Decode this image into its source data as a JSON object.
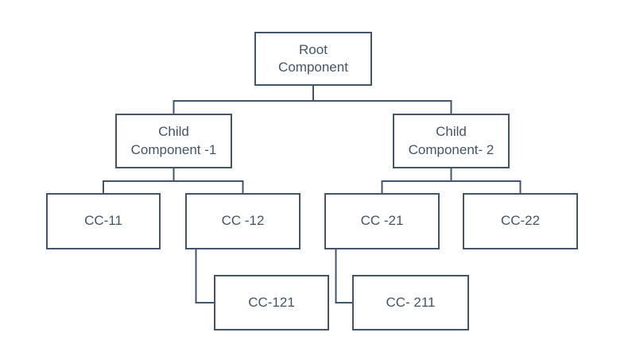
{
  "diagram": {
    "type": "hierarchy-tree",
    "colors": {
      "line": "#44546A",
      "text": "#44546A",
      "node_fill": "#FFFFFF",
      "background": "#FFFFFF"
    },
    "nodes": {
      "root": {
        "label": "Root\nComponent",
        "children": [
          "child1",
          "child2"
        ]
      },
      "child1": {
        "label": "Child\nComponent -1",
        "children": [
          "cc11",
          "cc12"
        ]
      },
      "child2": {
        "label": "Child\nComponent- 2",
        "children": [
          "cc21",
          "cc22"
        ]
      },
      "cc11": {
        "label": "CC-11",
        "children": []
      },
      "cc12": {
        "label": "CC -12",
        "children": [
          "cc121"
        ]
      },
      "cc21": {
        "label": "CC -21",
        "children": [
          "cc211"
        ]
      },
      "cc22": {
        "label": "CC-22",
        "children": []
      },
      "cc121": {
        "label": "CC-121",
        "children": []
      },
      "cc211": {
        "label": "CC- 211",
        "children": []
      }
    }
  }
}
